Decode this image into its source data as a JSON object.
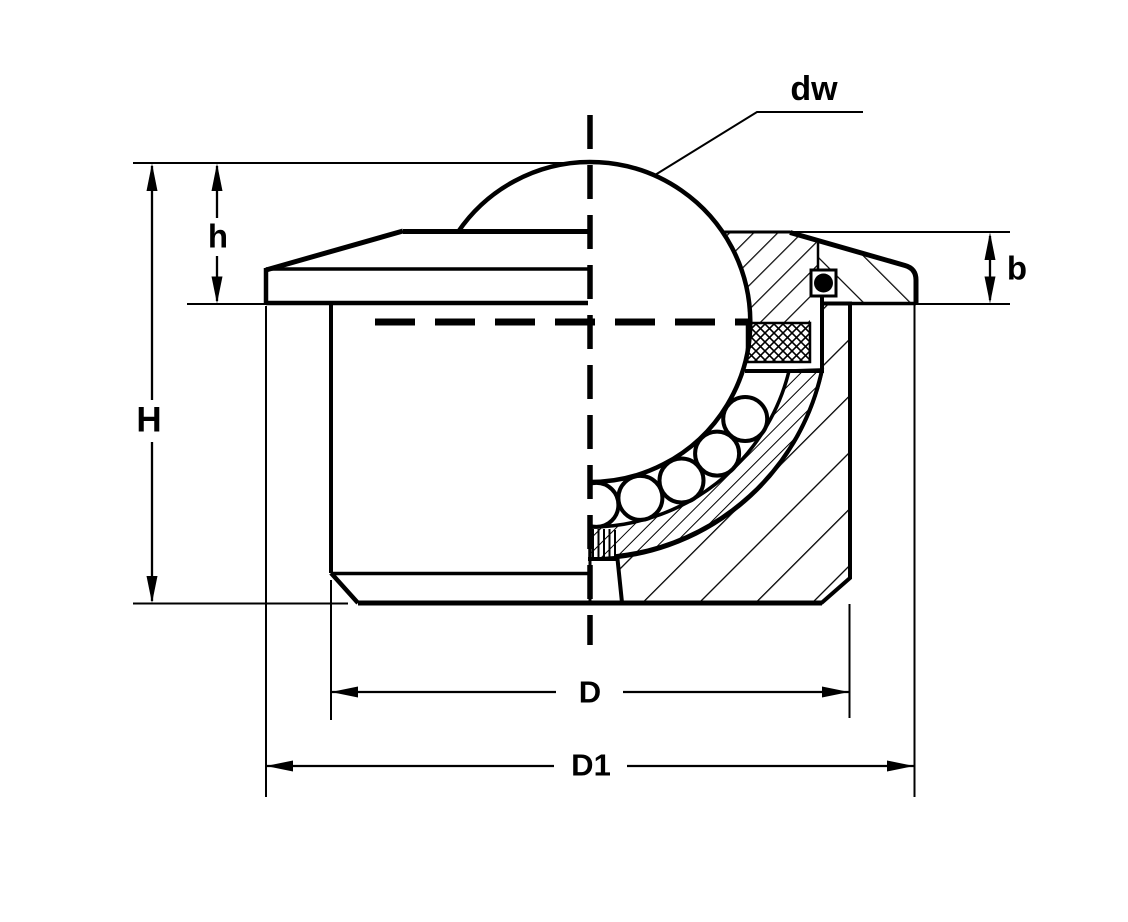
{
  "diagram": {
    "type": "technical-drawing",
    "subject": "Ball transfer unit cross-section",
    "background_color": "#ffffff",
    "line_color": "#000000",
    "labels": {
      "dw": "dw",
      "h": "h",
      "H": "H",
      "b": "b",
      "D": "D",
      "D1": "D1"
    },
    "label_meanings": {
      "dw": "ball-diameter-label",
      "h": "height-above-flange-label",
      "H": "total-height-label",
      "b": "flange-thickness-label",
      "D": "body-diameter-label",
      "D1": "flange-diameter-label"
    }
  }
}
